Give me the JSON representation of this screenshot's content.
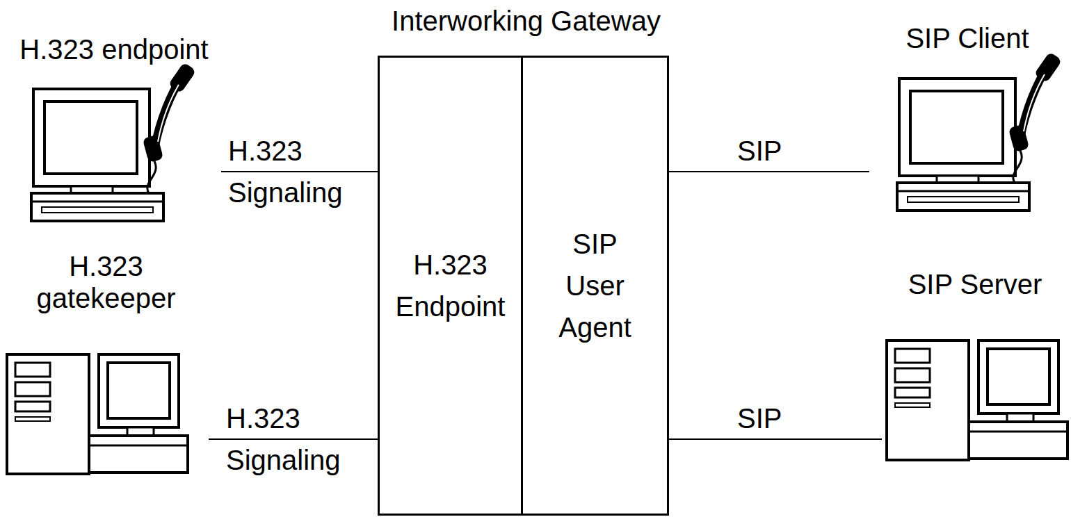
{
  "diagram": {
    "nodes": [
      {
        "text": [
          "H.323 endpoint"
        ]
      },
      {
        "text": [
          "H.323 gatekeeper"
        ]
      },
      {
        "text": [
          "Interworking Gateway"
        ]
      },
      {
        "text": [
          "H.323 Endpoint"
        ],
        "in": 2
      },
      {
        "text": [
          "SIP User Agent"
        ],
        "in": 2
      },
      {
        "text": [
          "SIP Client"
        ]
      },
      {
        "text": [
          "SIP Server"
        ]
      }
    ],
    "edges": [
      {
        "from": 0,
        "to": 3,
        "label": "H.323 Signaling",
        "arrow": "none"
      },
      {
        "from": 1,
        "to": 3,
        "label": "H.323 Signaling",
        "arrow": "none"
      },
      {
        "from": 4,
        "to": 5,
        "label": "SIP",
        "arrow": "none"
      },
      {
        "from": 4,
        "to": 6,
        "label": "SIP",
        "arrow": "none"
      }
    ]
  }
}
